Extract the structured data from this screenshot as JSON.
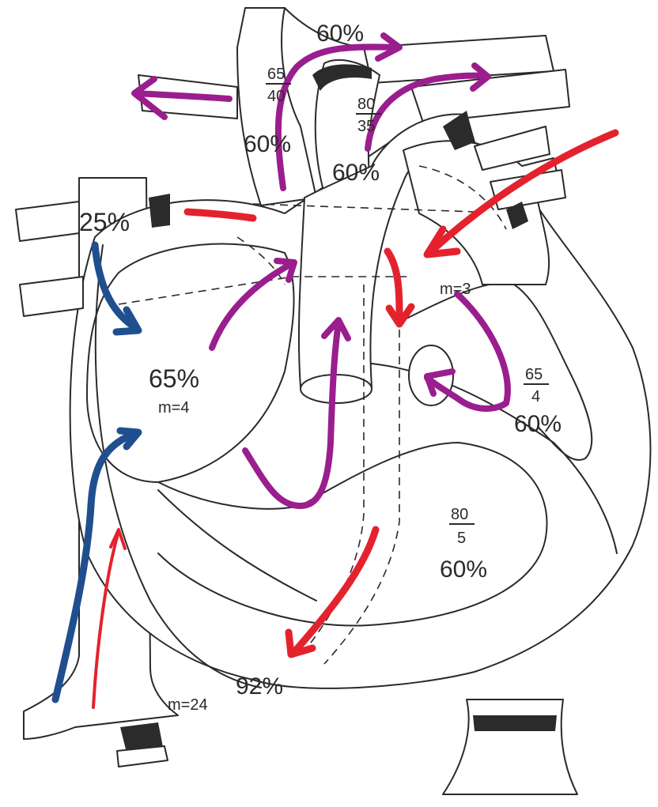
{
  "labels": {
    "svc_sat": "25%",
    "ra_sat": "65%",
    "ra_pressure": "m=4",
    "asc_aorta_sat": "60%",
    "aortic_arch_top_sat": "60%",
    "pa_sat": "60%",
    "la_pressure": "m=3",
    "lv_sat": "60%",
    "rv_sat": "60%",
    "ivc_sat": "92%",
    "ivc_pressure": "m=24"
  },
  "fractions": {
    "aorta": {
      "num": "65",
      "den": "40"
    },
    "pa": {
      "num": "80",
      "den": "35"
    },
    "lv": {
      "num": "65",
      "den": "4"
    },
    "rv": {
      "num": "80",
      "den": "5"
    }
  },
  "arrow_colors": {
    "deoxygenated": "#1f4f8f",
    "oxygenated": "#e4222e",
    "mixed": "#9a1e8e"
  }
}
